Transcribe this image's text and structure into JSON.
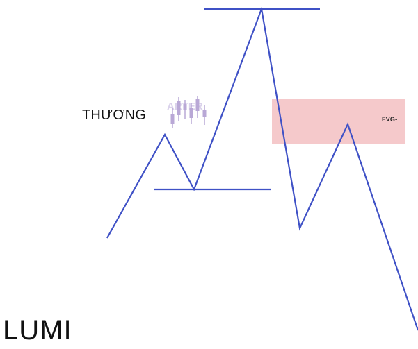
{
  "logo": {
    "text": "THƯƠNG"
  },
  "zone": {
    "label": "FVG-",
    "color": "#f4c6c8"
  },
  "brand": {
    "text": "LUMI"
  },
  "colors": {
    "line": "#3f51c6",
    "text": "#111111",
    "candle": "#b9a8d6"
  }
}
